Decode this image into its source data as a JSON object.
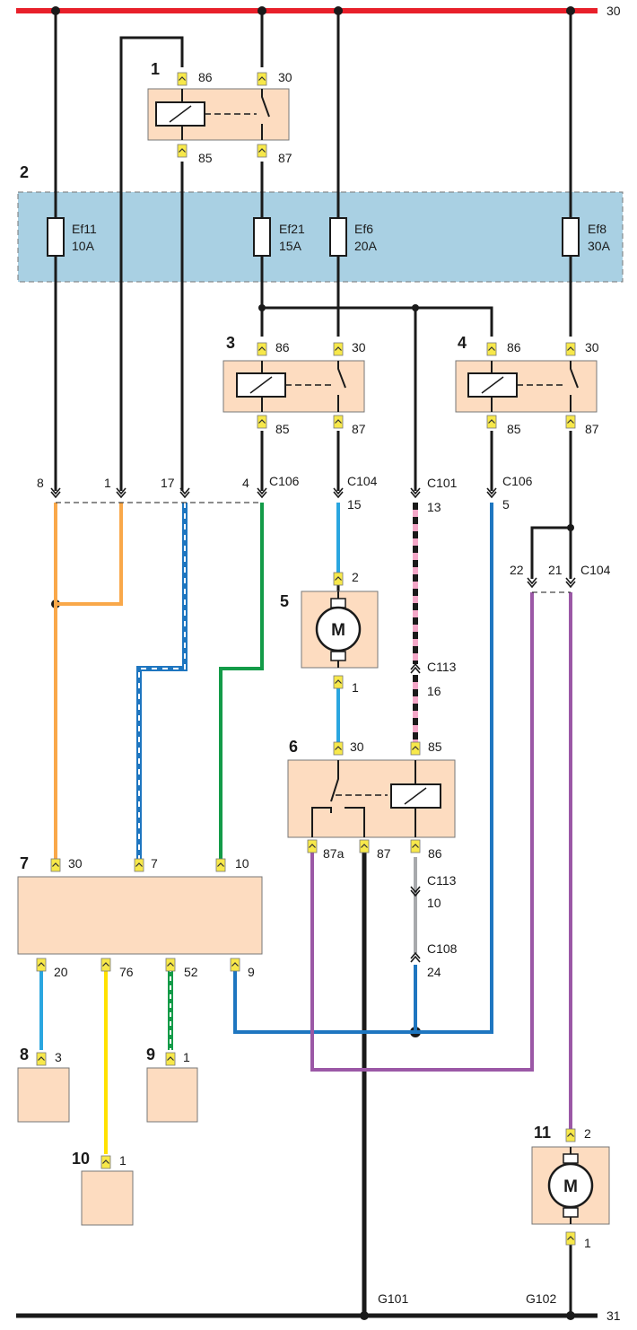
{
  "rails": {
    "top_label": "30",
    "bottom_label": "31"
  },
  "colors": {
    "rail_red": "#e8202a",
    "black": "#1a1a1a",
    "orange": "#f9a84a",
    "blue": "#1e76c0",
    "light_blue": "#2aa6e0",
    "green": "#139b48",
    "pink": "#f4a7c8",
    "purple": "#9b58a6",
    "gray": "#a7a9ac",
    "yellow": "#ffe100",
    "fusebox": "#a9d0e3",
    "component": "#fddcc0",
    "pin": "#f7e84a"
  },
  "components": {
    "c1": "1",
    "c2": "2",
    "c3": "3",
    "c4": "4",
    "c5": "5",
    "c6": "6",
    "c7": "7",
    "c8": "8",
    "c9": "9",
    "c10": "10",
    "c11": "11"
  },
  "motor_symbol": "M",
  "fuses": {
    "f1": {
      "name": "Ef11",
      "rating": "10A"
    },
    "f2": {
      "name": "Ef21",
      "rating": "15A"
    },
    "f3": {
      "name": "Ef6",
      "rating": "20A"
    },
    "f4": {
      "name": "Ef8",
      "rating": "30A"
    }
  },
  "pins": {
    "r1_86": "86",
    "r1_30": "30",
    "r1_85": "85",
    "r1_87": "87",
    "r3_86": "86",
    "r3_30": "30",
    "r3_85": "85",
    "r3_87": "87",
    "r4_86": "86",
    "r4_30": "30",
    "r4_85": "85",
    "r4_87": "87",
    "m5_2": "2",
    "m5_1": "1",
    "r6_30": "30",
    "r6_85": "85",
    "r6_87a": "87a",
    "r6_87": "87",
    "r6_86": "86",
    "u7_30": "30",
    "u7_7": "7",
    "u7_10": "10",
    "u7_20": "20",
    "u7_76": "76",
    "u7_52": "52",
    "u7_9": "9",
    "c8_3": "3",
    "c9_1": "1",
    "c10_1": "1",
    "m11_2": "2",
    "m11_1": "1"
  },
  "connectors": {
    "row1": {
      "p8": "8",
      "p1": "1",
      "p17": "17",
      "p4": "4",
      "name_c106": "C106"
    },
    "c104a": {
      "name": "C104",
      "pin": "15"
    },
    "c101": {
      "name": "C101",
      "pin": "13"
    },
    "c106b": {
      "name": "C106",
      "pin": "5"
    },
    "c104b": {
      "p22": "22",
      "p21": "21",
      "name": "C104"
    },
    "c113a": {
      "name": "C113",
      "pin": "16"
    },
    "c113b": {
      "name": "C113",
      "pin": "10"
    },
    "c108": {
      "name": "C108",
      "pin": "24"
    }
  },
  "grounds": {
    "g101": "G101",
    "g102": "G102"
  }
}
